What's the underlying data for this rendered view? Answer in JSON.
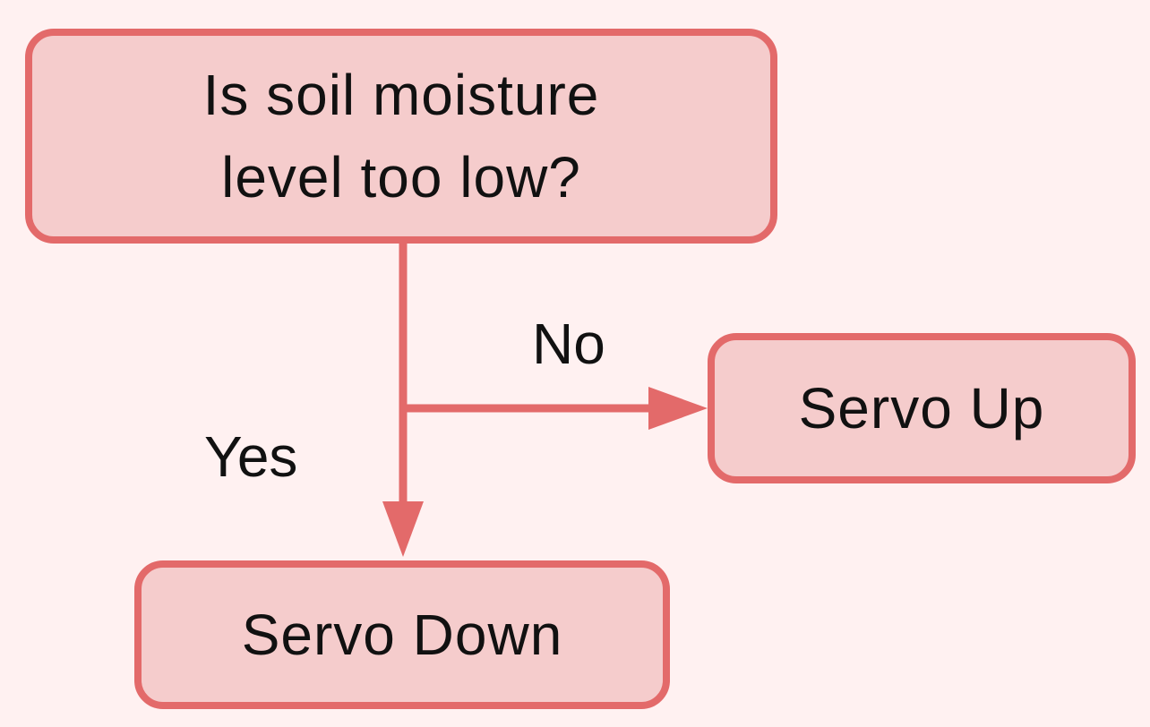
{
  "colors": {
    "background": "#fff1f1",
    "node_fill": "#f5cccc",
    "node_stroke": "#e36a6a",
    "edge": "#e36a6a",
    "text": "#111111"
  },
  "nodes": {
    "question": {
      "line1": "Is soil moisture",
      "line2": "level too low?"
    },
    "servo_up": "Servo Up",
    "servo_down": "Servo Down"
  },
  "edges": {
    "no_label": "No",
    "yes_label": "Yes"
  }
}
